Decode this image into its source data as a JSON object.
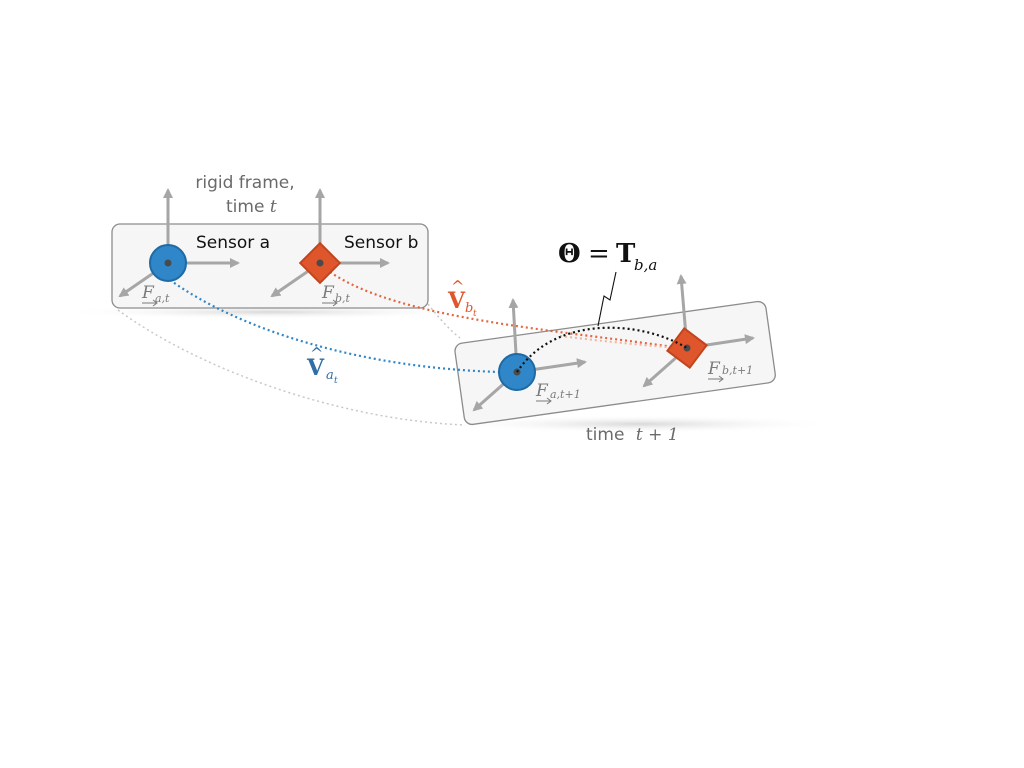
{
  "labels": {
    "rigid_frame_line1": "rigid frame,",
    "rigid_frame_line2": "time",
    "rigid_frame_var": "t",
    "sensor_a": "Sensor a",
    "sensor_b": "Sensor b",
    "time_next": "time",
    "time_next_expr": "t + 1",
    "theta_lhs": "Θ",
    "theta_eq": "=",
    "theta_T": "T",
    "theta_sub": "b,a",
    "V_letter": "V",
    "v_a_sub": "a",
    "v_a_subsub": "t",
    "v_b_sub": "b",
    "v_b_subsub": "t",
    "frame_letter": "F",
    "frame_a_t": "a,t",
    "frame_b_t": "b,t",
    "frame_a_t1": "a,t+1",
    "frame_b_t1": "b,t+1"
  },
  "colors": {
    "sensor_a": "#2f86c8",
    "sensor_a_stroke": "#1f6aa3",
    "sensor_b": "#e0562c",
    "sensor_b_stroke": "#c2441d",
    "axis": "#a6a6a6",
    "frame_stroke": "#8c8c8c",
    "frame_fill": "#f5f5f5",
    "text_gray": "#6a6a6a",
    "theta_path": "#111111"
  }
}
